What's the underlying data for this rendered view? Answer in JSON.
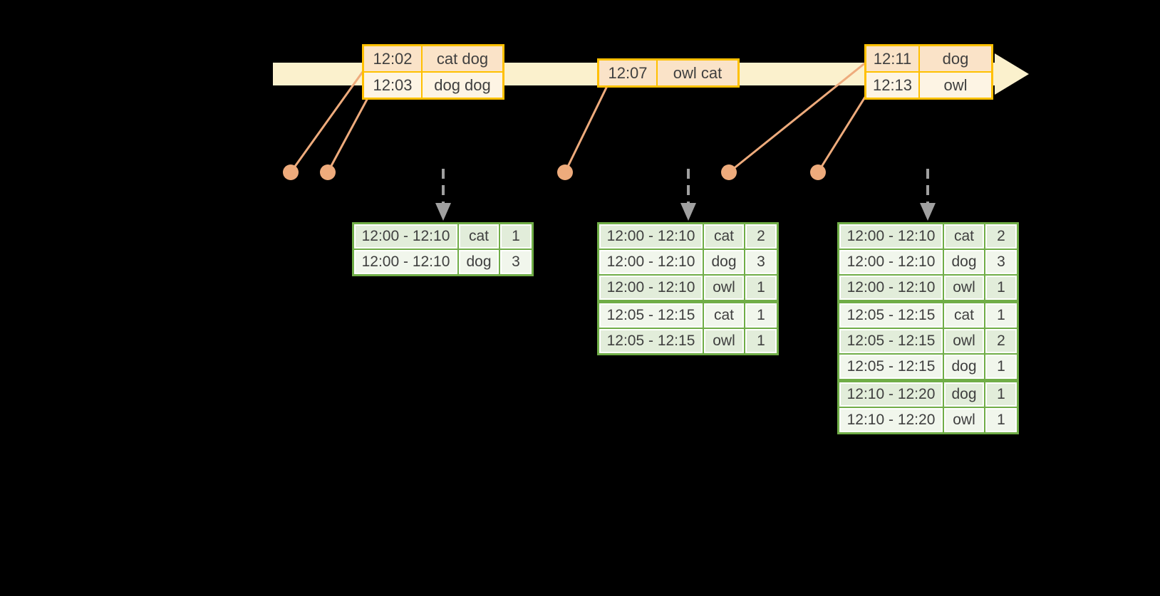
{
  "diagram_title": "windowed-grouped-aggregation-late-data",
  "colors": {
    "background": "#000000",
    "timeline_band": "#FBF1CD",
    "event_table_border": "#FFC000",
    "event_row_peach": "#FAE3C8",
    "event_row_cream": "#FDF4E4",
    "connector_orange": "#EEAB7C",
    "result_table_border": "#70AD47",
    "result_cell_dark": "#E2EDDA",
    "result_cell_light": "#F1F6EC",
    "trigger_arrow_gray": "#A0A0A0",
    "text": "#3F3F3F"
  },
  "event_tables": [
    {
      "rows": [
        {
          "time": "12:02",
          "words": "cat dog"
        },
        {
          "time": "12:03",
          "words": "dog dog"
        }
      ]
    },
    {
      "rows": [
        {
          "time": "12:07",
          "words": "owl cat"
        }
      ]
    },
    {
      "rows": [
        {
          "time": "12:11",
          "words": "dog"
        },
        {
          "time": "12:13",
          "words": "owl"
        }
      ]
    }
  ],
  "result_tables": [
    {
      "rows": [
        {
          "window": "12:00 - 12:10",
          "word": "cat",
          "count": "1"
        },
        {
          "window": "12:00 - 12:10",
          "word": "dog",
          "count": "3"
        }
      ]
    },
    {
      "rows": [
        {
          "window": "12:00 - 12:10",
          "word": "cat",
          "count": "2"
        },
        {
          "window": "12:00 - 12:10",
          "word": "dog",
          "count": "3"
        },
        {
          "window": "12:00 - 12:10",
          "word": "owl",
          "count": "1"
        },
        {
          "window": "12:05 - 12:15",
          "word": "cat",
          "count": "1"
        },
        {
          "window": "12:05 - 12:15",
          "word": "owl",
          "count": "1"
        }
      ]
    },
    {
      "rows": [
        {
          "window": "12:00 - 12:10",
          "word": "cat",
          "count": "2"
        },
        {
          "window": "12:00 - 12:10",
          "word": "dog",
          "count": "3"
        },
        {
          "window": "12:00 - 12:10",
          "word": "owl",
          "count": "1"
        },
        {
          "window": "12:05 - 12:15",
          "word": "cat",
          "count": "1"
        },
        {
          "window": "12:05 - 12:15",
          "word": "owl",
          "count": "2"
        },
        {
          "window": "12:05 - 12:15",
          "word": "dog",
          "count": "1"
        },
        {
          "window": "12:10 - 12:20",
          "word": "dog",
          "count": "1"
        },
        {
          "window": "12:10 - 12:20",
          "word": "owl",
          "count": "1"
        }
      ]
    }
  ]
}
